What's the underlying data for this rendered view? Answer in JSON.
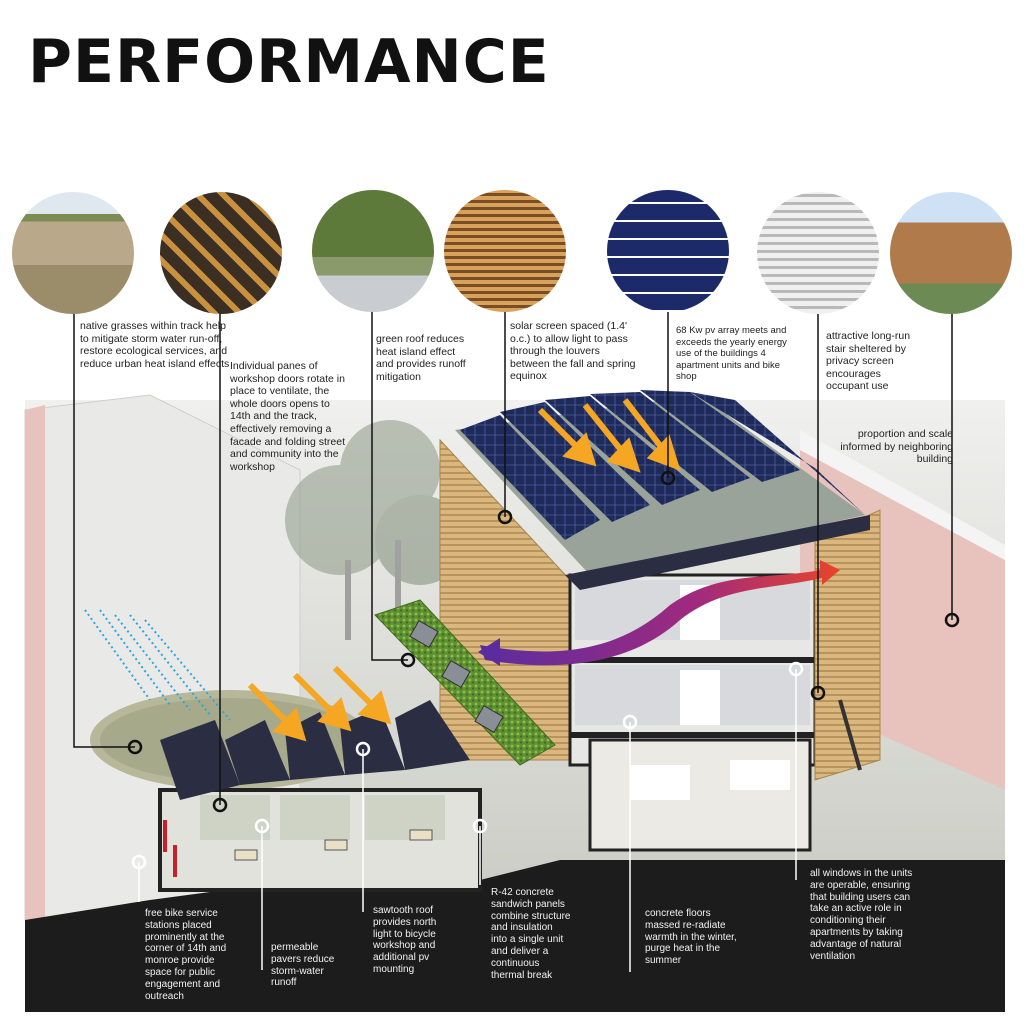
{
  "title": "PERFORMANCE",
  "photos": [
    {
      "id": "p1",
      "icon": "native-grasses-photo"
    },
    {
      "id": "p2",
      "icon": "rotating-door-panes-photo"
    },
    {
      "id": "p3",
      "icon": "green-roof-photo"
    },
    {
      "id": "p4",
      "icon": "solar-screen-louvers-photo"
    },
    {
      "id": "p5",
      "icon": "solar-panel-array-photo"
    },
    {
      "id": "p6",
      "icon": "privacy-screen-stair-photo"
    },
    {
      "id": "p7",
      "icon": "neighboring-building-photo"
    }
  ],
  "annotations": {
    "native_grasses": "native grasses within track help to mitigate storm water run-off, restore ecological services, and reduce urban heat island effects",
    "workshop_doors": "Individual panes of workshop doors rotate in place to ventilate, the whole doors opens to 14th and the track, effectively removing a facade and folding street and community into the workshop",
    "green_roof": "green roof reduces heat island effect and provides runoff mitigation",
    "solar_screen": "solar screen spaced (1.4' o.c.) to allow light to pass through the louvers between the fall and spring equinox",
    "pv_array": "68 Kw pv array meets and exceeds the yearly energy use of the buildings 4 apartment units and bike shop",
    "stair": "attractive long-run stair sheltered by privacy screen encourages occupant use",
    "proportion": "proportion and scale informed by neighboring building",
    "bike_stations": "free bike service stations placed prominently at the corner of 14th and monroe provide space for public engagement and outreach",
    "pavers": "permeable pavers reduce storm-water runoff",
    "sawtooth": "sawtooth roof provides north light to bicycle workshop and additional pv mounting",
    "panels": "R-42 concrete sandwich panels combine structure and insulation into a single unit and deliver a continuous thermal break",
    "floors": "concrete floors massed re-radiate warmth in the winter, purge heat in the summer",
    "windows": "all windows in the units are operable, ensuring that building users can take an active role in conditioning their apartments by taking advantage of natural ventilation"
  },
  "colors": {
    "sun_arrow": "#f5a623",
    "rain": "#2aa7e0",
    "airflow_start": "#5b2ca0",
    "airflow_end": "#e8442a",
    "roof": "#2b2d42",
    "green": "#6a9a3a",
    "ground": "#1c1c1c",
    "wood": "#d9b77e",
    "neighbor": "#e8c3bd"
  }
}
